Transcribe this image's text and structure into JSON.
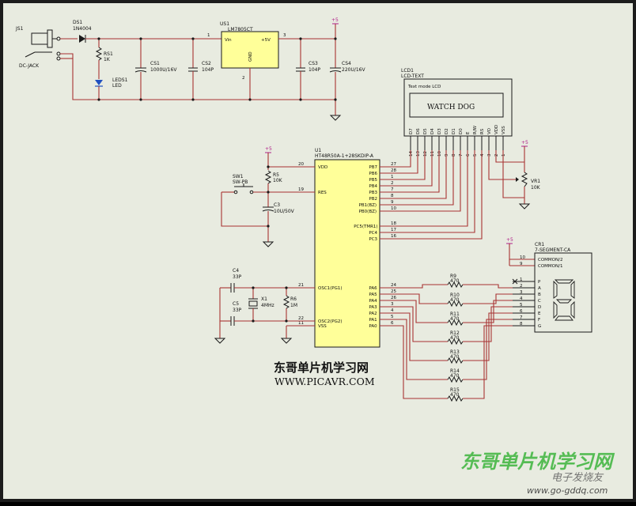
{
  "power_label": "+5",
  "jack": {
    "ref": "JS1",
    "name": "DC-JACK"
  },
  "diode": {
    "ref": "DS1",
    "value": "1N4004"
  },
  "rs1": {
    "ref": "RS1",
    "value": "1K"
  },
  "led": {
    "ref": "LEDS1",
    "value": "LED"
  },
  "cs1": {
    "ref": "CS1",
    "value": "1000U/16V"
  },
  "cs2": {
    "ref": "CS2",
    "value": "104P"
  },
  "cs3": {
    "ref": "CS3",
    "value": "104P"
  },
  "cs4": {
    "ref": "CS4",
    "value": "220U/16V"
  },
  "regulator": {
    "ref": "US1",
    "value": "LM7805CT",
    "vin": "Vin",
    "vout": "+5V",
    "gnd": "GND",
    "pin_in": "1",
    "pin_out": "3",
    "pin_gnd": "2"
  },
  "lcd": {
    "ref": "LCD1",
    "value": "LCD-TEXT",
    "inner_label": "Text mode LCD",
    "display_text": "WATCH DOG",
    "pins": [
      "D7",
      "D6",
      "D5",
      "D4",
      "D3",
      "D2",
      "D1",
      "D0",
      "E",
      "R/W",
      "RS",
      "VO",
      "VDD",
      "VSS"
    ],
    "pin_numbers": [
      "14",
      "13",
      "12",
      "11",
      "10",
      "9",
      "8",
      "7",
      "6",
      "5",
      "4",
      "3",
      "2",
      "1"
    ]
  },
  "mcu": {
    "ref": "U1",
    "value": "HT48R50A-1+28SKDIP-A",
    "left_pins": [
      {
        "num": "20",
        "name": "VDD"
      },
      {
        "num": "19",
        "name": "RES"
      },
      {
        "num": "21",
        "name": "OSC1(PG1)"
      },
      {
        "num": "22",
        "name": "OSC2(PG2)"
      },
      {
        "num": "11",
        "name": "VSS"
      }
    ],
    "right_pins": [
      {
        "num": "27",
        "name": "PB7"
      },
      {
        "num": "28",
        "name": "PB6"
      },
      {
        "num": "1",
        "name": "PB5"
      },
      {
        "num": "2",
        "name": "PB4"
      },
      {
        "num": "7",
        "name": "PB3"
      },
      {
        "num": "8",
        "name": "PB2"
      },
      {
        "num": "9",
        "name": "PB1(BZ)"
      },
      {
        "num": "10",
        "name": "PB0(BZ)"
      },
      {
        "num": "18",
        "name": "PC5(TMR1)"
      },
      {
        "num": "17",
        "name": "PC4"
      },
      {
        "num": "16",
        "name": "PC3"
      },
      {
        "num": "24",
        "name": "PA6"
      },
      {
        "num": "25",
        "name": "PA5"
      },
      {
        "num": "26",
        "name": "PA4"
      },
      {
        "num": "3",
        "name": "PA3"
      },
      {
        "num": "4",
        "name": "PA2"
      },
      {
        "num": "5",
        "name": "PA1"
      },
      {
        "num": "6",
        "name": "PA0"
      }
    ]
  },
  "r5": {
    "ref": "R5",
    "value": "10K"
  },
  "sw1": {
    "ref": "SW1",
    "value": "SW-PB"
  },
  "c3": {
    "ref": "C3",
    "value": "10U/50V"
  },
  "c4": {
    "ref": "C4",
    "value": "33P"
  },
  "c5": {
    "ref": "C5",
    "value": "33P"
  },
  "x1": {
    "ref": "X1",
    "value": "4MHz"
  },
  "r6": {
    "ref": "R6",
    "value": "1M"
  },
  "vr1": {
    "ref": "VR1",
    "value": "10K"
  },
  "resistors": [
    {
      "ref": "R9",
      "value": "470"
    },
    {
      "ref": "R10",
      "value": "470"
    },
    {
      "ref": "R11",
      "value": "470"
    },
    {
      "ref": "R12",
      "value": "470"
    },
    {
      "ref": "R13",
      "value": "470"
    },
    {
      "ref": "R14",
      "value": "470"
    },
    {
      "ref": "R15",
      "value": "470"
    }
  ],
  "seg": {
    "ref": "CR1",
    "value": "7-SEGMENT-CA",
    "common2": "COMMON/2",
    "common1": "COMMON/1",
    "pins": [
      {
        "num": "10",
        "name": "COMMON/2"
      },
      {
        "num": "9",
        "name": "COMMON/1"
      },
      {
        "num": "1",
        "name": "P"
      },
      {
        "num": "2",
        "name": "A"
      },
      {
        "num": "3",
        "name": "B"
      },
      {
        "num": "4",
        "name": "C"
      },
      {
        "num": "5",
        "name": "D"
      },
      {
        "num": "6",
        "name": "E"
      },
      {
        "num": "7",
        "name": "F"
      },
      {
        "num": "8",
        "name": "G"
      }
    ]
  },
  "caption_cn": "东哥单片机学习网",
  "caption_url": "WWW.PICAVR.COM",
  "watermark": {
    "title": "东哥单片机学习网",
    "sub": "电子发烧友",
    "url": "www.go-gddq.com"
  },
  "colors": {
    "wire": "#a83232",
    "power": "#b0208a",
    "chip": "#ffff99",
    "frame": "#2a2a2a",
    "watermark": "#3cb43c"
  }
}
